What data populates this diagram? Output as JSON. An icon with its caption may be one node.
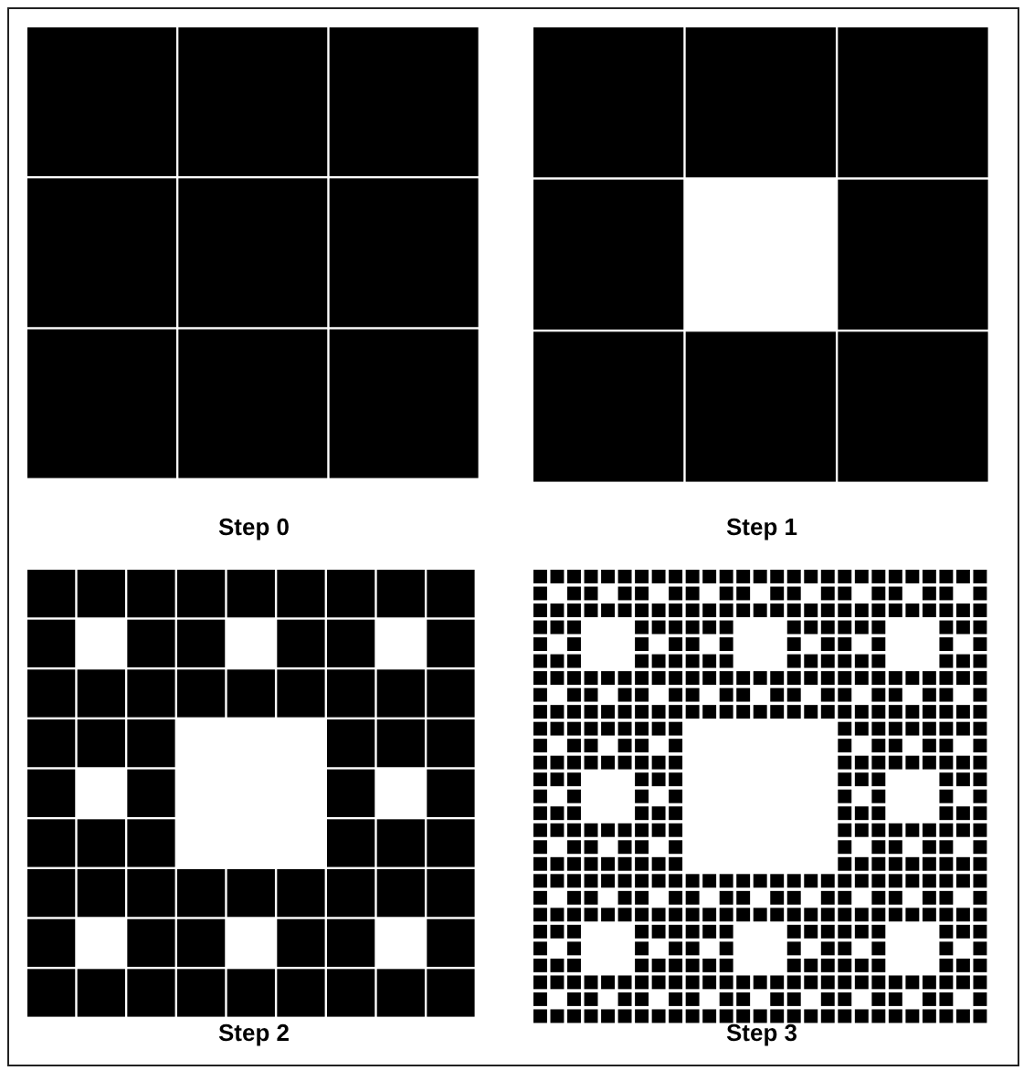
{
  "diagram": {
    "labels": [
      "Step 0",
      "Step 1",
      "Step 2",
      "Step 3"
    ]
  }
}
